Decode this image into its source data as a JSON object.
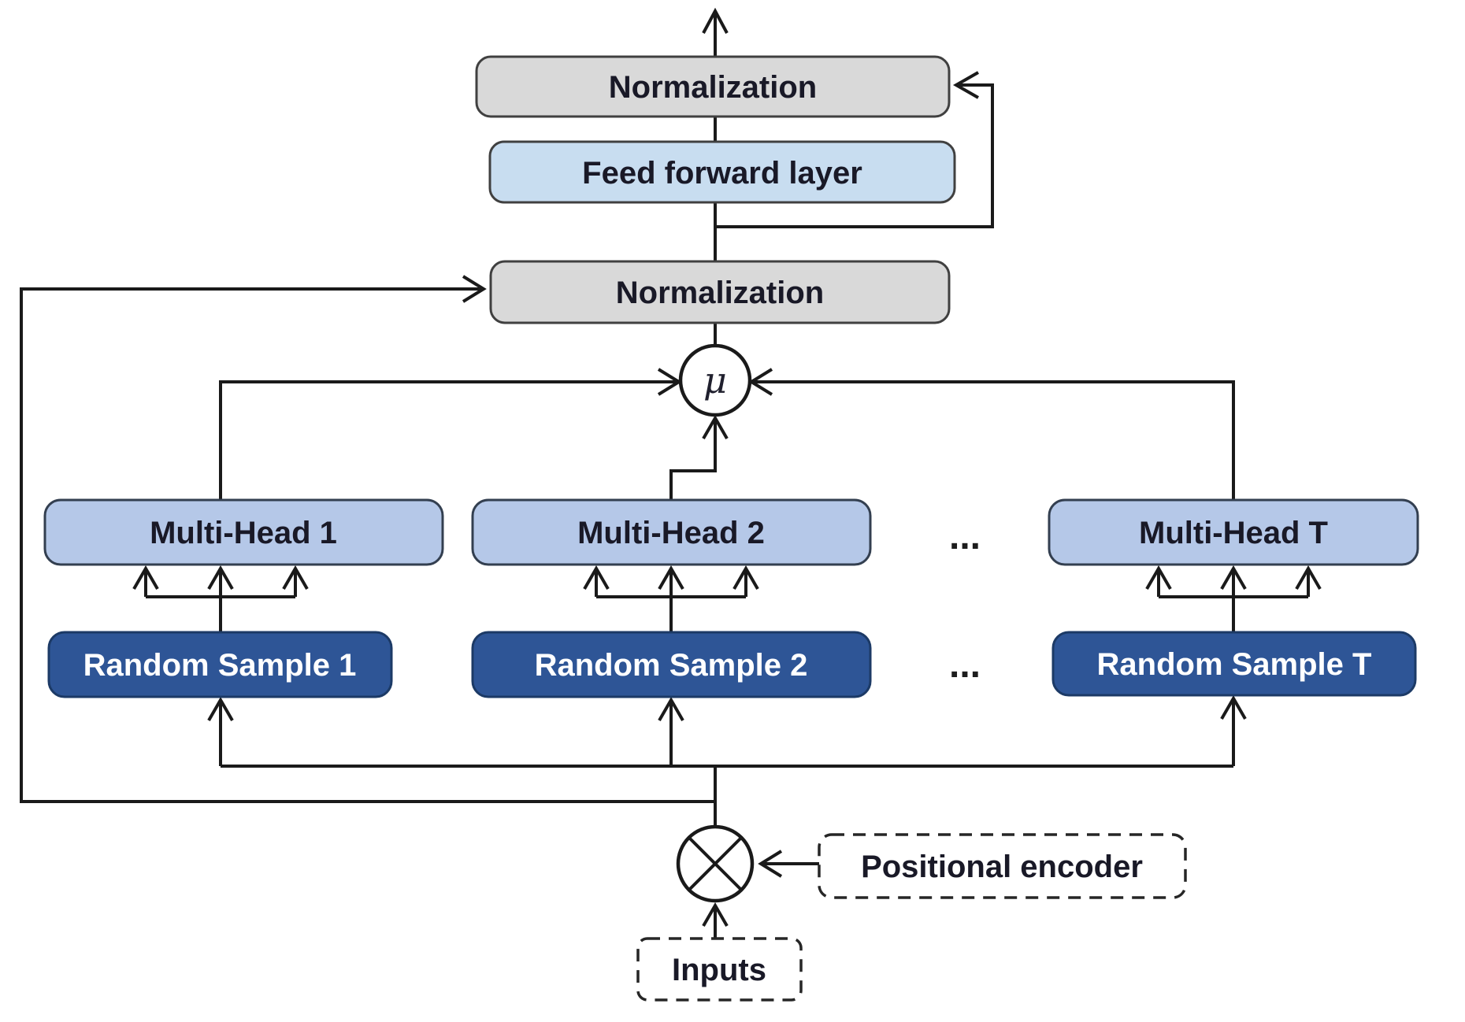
{
  "diagram": {
    "kind": "transformer-encoder-block-flowchart",
    "labels": {
      "normalization_top": "Normalization",
      "feed_forward": "Feed forward layer",
      "normalization_mid": "Normalization",
      "multi_head_1": "Multi-Head 1",
      "multi_head_2": "Multi-Head 2",
      "multi_head_t": "Multi-Head T",
      "multi_head_ellipsis": "...",
      "random_sample_1": "Random Sample 1",
      "random_sample_2": "Random Sample 2",
      "random_sample_t": "Random Sample T",
      "random_sample_ellipsis": "...",
      "positional_encoder": "Positional encoder",
      "inputs": "Inputs",
      "mean_operator": "μ"
    },
    "operators": {
      "mean": "μ",
      "elementwise_product": "circle-with-diagonal-cross"
    },
    "colors": {
      "normalization_fill": "#d9d9d9",
      "feed_forward_fill": "#c8ddf0",
      "multi_head_fill": "#b5c8e8",
      "random_sample_fill": "#2e5596",
      "random_sample_text": "#ffffff",
      "box_stroke_dark": "#404040",
      "connector_stroke": "#1a1a1a",
      "label_text": "#191927",
      "background": "#ffffff"
    }
  }
}
